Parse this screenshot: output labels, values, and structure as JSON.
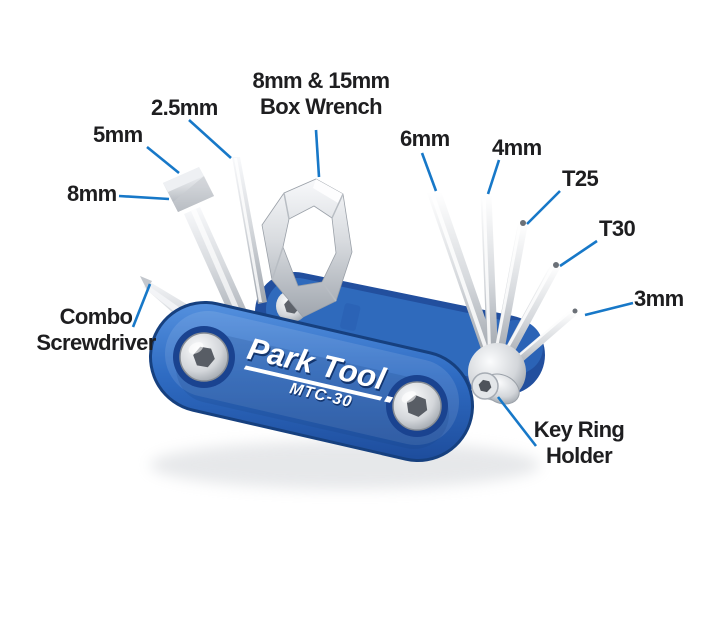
{
  "product": {
    "brand_logo": "Park Tool",
    "model": "MTC-30"
  },
  "colors": {
    "leader_line": "#1778c8",
    "label_text": "#1e1e20",
    "body_blue": "#2f6cc3",
    "body_blue_light": "#5490de",
    "body_blue_dark": "#1d4d9c",
    "metal_light": "#f6f7f9",
    "metal_dark": "#a0a6ae"
  },
  "callouts": [
    {
      "id": "box-wrench",
      "label": "8mm & 15mm\nBox Wrench"
    },
    {
      "id": "hex-2-5mm",
      "label": "2.5mm"
    },
    {
      "id": "hex-5mm",
      "label": "5mm"
    },
    {
      "id": "socket-8mm",
      "label": "8mm"
    },
    {
      "id": "combo-screwdriver",
      "label": "Combo\nScrewdriver"
    },
    {
      "id": "hex-6mm",
      "label": "6mm"
    },
    {
      "id": "hex-4mm",
      "label": "4mm"
    },
    {
      "id": "torx-t25",
      "label": "T25"
    },
    {
      "id": "torx-t30",
      "label": "T30"
    },
    {
      "id": "hex-3mm",
      "label": "3mm"
    },
    {
      "id": "key-ring-holder",
      "label": "Key Ring\nHolder"
    }
  ]
}
